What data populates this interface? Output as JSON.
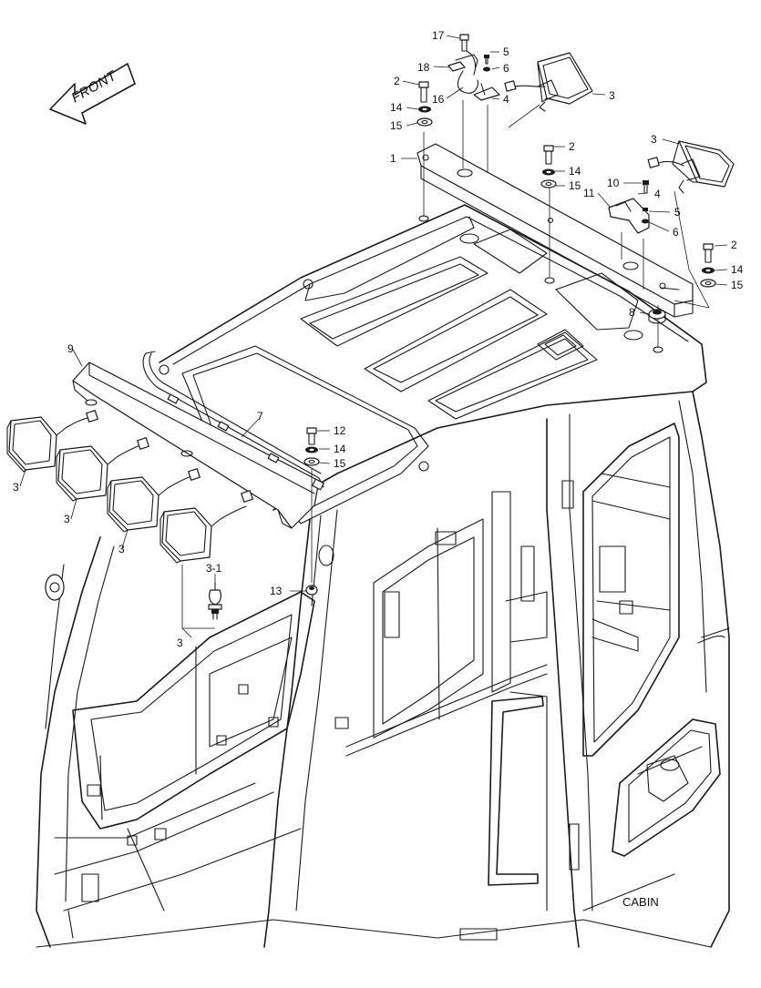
{
  "front_label": "FRONT",
  "caption": "CABIN",
  "callouts": [
    {
      "id": "c17",
      "text": "17"
    },
    {
      "id": "c5a",
      "text": "5"
    },
    {
      "id": "c18",
      "text": "18"
    },
    {
      "id": "c6a",
      "text": "6"
    },
    {
      "id": "c2a",
      "text": "2"
    },
    {
      "id": "c3a",
      "text": "3"
    },
    {
      "id": "c16",
      "text": "16"
    },
    {
      "id": "c4a",
      "text": "4"
    },
    {
      "id": "c14a",
      "text": "14"
    },
    {
      "id": "c15a",
      "text": "15"
    },
    {
      "id": "c2b",
      "text": "2"
    },
    {
      "id": "c1",
      "text": "1"
    },
    {
      "id": "c3b",
      "text": "3"
    },
    {
      "id": "c14b",
      "text": "14"
    },
    {
      "id": "c15b",
      "text": "15"
    },
    {
      "id": "c10",
      "text": "10"
    },
    {
      "id": "c4b",
      "text": "4"
    },
    {
      "id": "c11",
      "text": "11"
    },
    {
      "id": "c5b",
      "text": "5"
    },
    {
      "id": "c6b",
      "text": "6"
    },
    {
      "id": "c2c",
      "text": "2"
    },
    {
      "id": "c14c",
      "text": "14"
    },
    {
      "id": "c15c",
      "text": "15"
    },
    {
      "id": "c8",
      "text": "8"
    },
    {
      "id": "c9",
      "text": "9"
    },
    {
      "id": "c7",
      "text": "7"
    },
    {
      "id": "c12",
      "text": "12"
    },
    {
      "id": "c14d",
      "text": "14"
    },
    {
      "id": "c15d",
      "text": "15"
    },
    {
      "id": "c3c",
      "text": "3"
    },
    {
      "id": "c3d",
      "text": "3"
    },
    {
      "id": "c3e",
      "text": "3"
    },
    {
      "id": "c3-1",
      "text": "3-1"
    },
    {
      "id": "c13",
      "text": "13"
    },
    {
      "id": "c3f",
      "text": "3"
    }
  ]
}
